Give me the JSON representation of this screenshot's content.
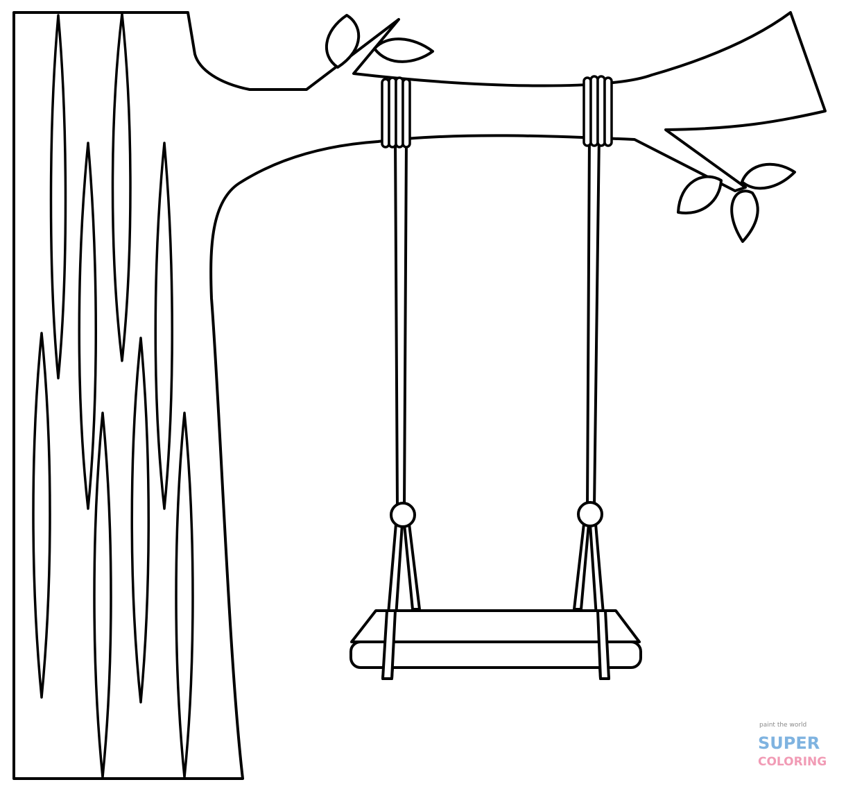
{
  "watermark": {
    "tagline": "paint the world",
    "line1": "SUPER",
    "line2": "COLORING"
  },
  "colors": {
    "line": "#000000",
    "fill": "#ffffff",
    "watermark_gray": "#8a8a8a",
    "watermark_blue": "#7fb3e0",
    "watermark_pink": "#f19bb5",
    "watermark_yellow": "#f3d26b",
    "watermark_green": "#9bd08a"
  },
  "icons": [
    "tree-trunk-icon",
    "tree-branch-icon",
    "leaf-icon",
    "rope-swing-icon",
    "swing-seat-icon"
  ]
}
